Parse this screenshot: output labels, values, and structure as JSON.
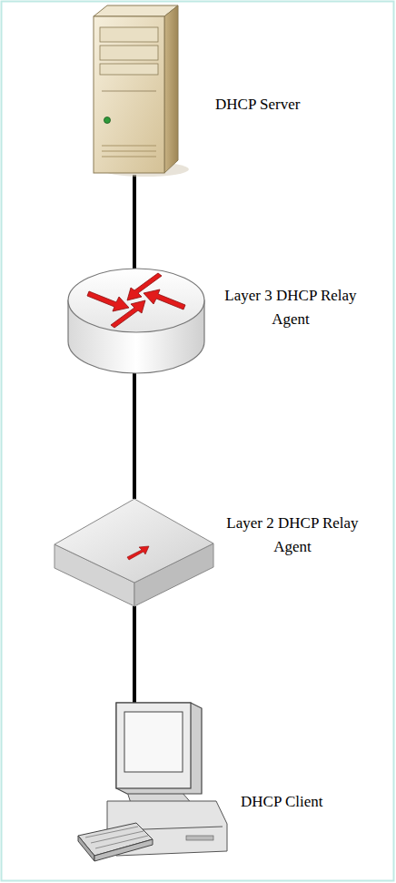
{
  "diagram": {
    "nodes": [
      {
        "text": [
          "DHCP Server"
        ]
      },
      {
        "text": [
          "Layer 3 DHCP Relay Agent"
        ]
      },
      {
        "text": [
          "Layer 2 DHCP Relay Agent"
        ]
      },
      {
        "text": [
          "DHCP Client"
        ]
      }
    ],
    "edges": [
      {
        "from": 0,
        "to": 1,
        "arrow": "none"
      },
      {
        "from": 1,
        "to": 2,
        "arrow": "none"
      },
      {
        "from": 2,
        "to": 3,
        "arrow": "none"
      }
    ]
  }
}
